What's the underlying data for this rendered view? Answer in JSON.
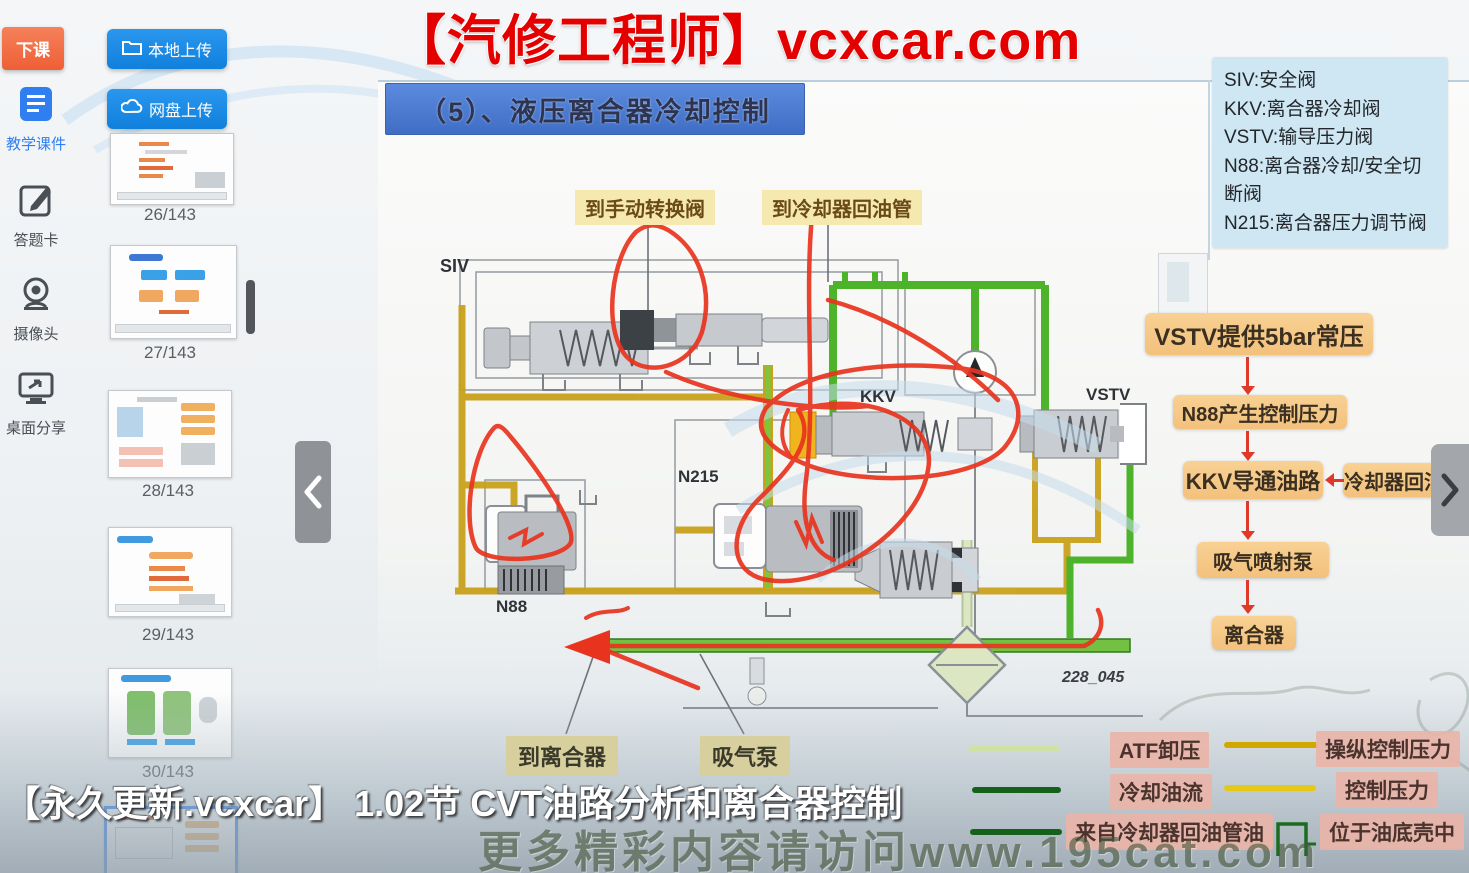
{
  "sidebar": {
    "end_class_label": "下课",
    "tools": [
      {
        "label": "教学课件"
      },
      {
        "label": "答题卡"
      },
      {
        "label": "摄像头"
      },
      {
        "label": "桌面分享"
      }
    ]
  },
  "panel": {
    "upload_local": "本地上传",
    "upload_cloud": "网盘上传",
    "thumbs": [
      {
        "page": "26/143"
      },
      {
        "page": "27/143"
      },
      {
        "page": "28/143"
      },
      {
        "page": "29/143"
      },
      {
        "page": "30/143"
      }
    ]
  },
  "banner": {
    "text": "【汽修工程师】vcxcar.com"
  },
  "slide": {
    "title": "（5）、液压离合器冷却控制",
    "legend": [
      {
        "text": "SIV:安全阀"
      },
      {
        "text": "KKV:离合器冷却阀"
      },
      {
        "text": "VSTV:输导压力阀"
      },
      {
        "text": "N88:离合器冷却/安全切断阀"
      },
      {
        "text": "N215:离合器压力调节阀"
      }
    ],
    "diagram": {
      "siv": "SIV",
      "kkv": "KKV",
      "vstv": "VSTV",
      "n215": "N215",
      "n88": "N88",
      "fig_no": "228_045",
      "to_manual_valve": "到手动转换阀",
      "to_cooler_return": "到冷却器回油管",
      "to_clutch": "到离合器",
      "suction_pump": "吸气泵"
    },
    "flow": {
      "step1": "VSTV提供5bar常压",
      "step2": "N88产生控制压力",
      "step3": "KKV导通油路",
      "side": "冷却器回油管",
      "step4": "吸气喷射泵",
      "step5": "离合器"
    },
    "oil_legend": [
      {
        "label": "ATF卸压",
        "color": "#cfe2a6"
      },
      {
        "label": "操纵控制压力",
        "color": "#d2a800"
      },
      {
        "label": "冷却油流",
        "color": "#15611c"
      },
      {
        "label": "控制压力",
        "color": "#e5c916"
      },
      {
        "label": "来自冷却器回油管油",
        "color": "#15611c"
      },
      {
        "label": "位于油底壳中",
        "color": ""
      }
    ]
  },
  "overlay": {
    "caption": "【永久更新.vcxcar】 1.02节 CVT油路分析和离合器控制",
    "watermark": "更多精彩内容请访问www.195cat.com"
  },
  "colors": {
    "banner_red": "#e50000",
    "flow_box_orange": "#f6c988",
    "arrow_red": "#e0392a",
    "pipe_gold": "#c9a11b",
    "pipe_green": "#4cb32b",
    "legend_bg": "#cfe7f3",
    "label_pink": "#e9b8ac",
    "button_blue": "#1789e6",
    "end_class_orange": "#ee5f36"
  }
}
